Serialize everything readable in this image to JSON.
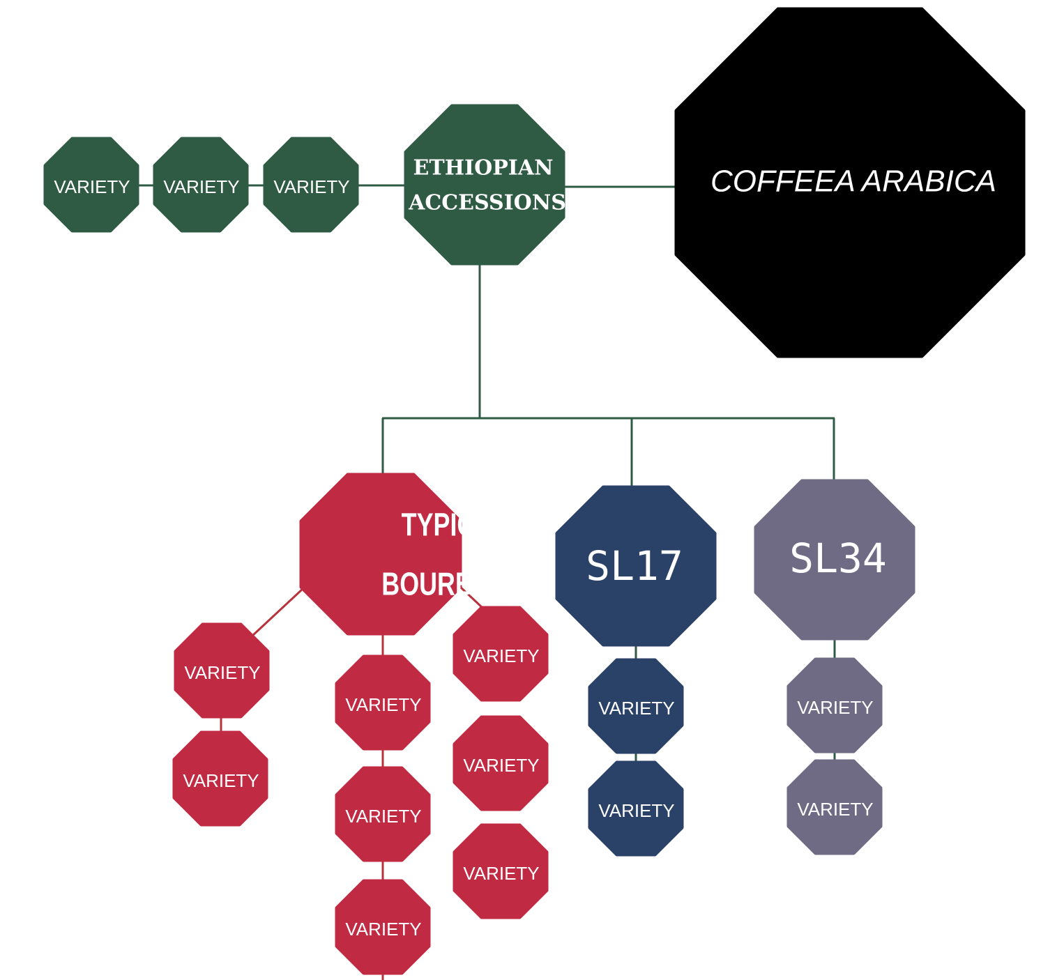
{
  "colors": {
    "green": "#2f5a44",
    "red": "#c02a43",
    "navy": "#2b4268",
    "gray": "#6f6b85",
    "black": "#000000",
    "red_line": "#b8323c"
  },
  "nodes": {
    "coffea": {
      "label": "COFFEEA ARABICA"
    },
    "ethiopian": {
      "lines": [
        "ETHIOPIAN",
        "ACCESSIONS"
      ]
    },
    "typica": {
      "lines": [
        "TYPICA",
        "BOURBON"
      ]
    },
    "sl17": {
      "label": "SL17"
    },
    "sl34": {
      "label": "SL34"
    },
    "variety_label": "VARIETY"
  }
}
